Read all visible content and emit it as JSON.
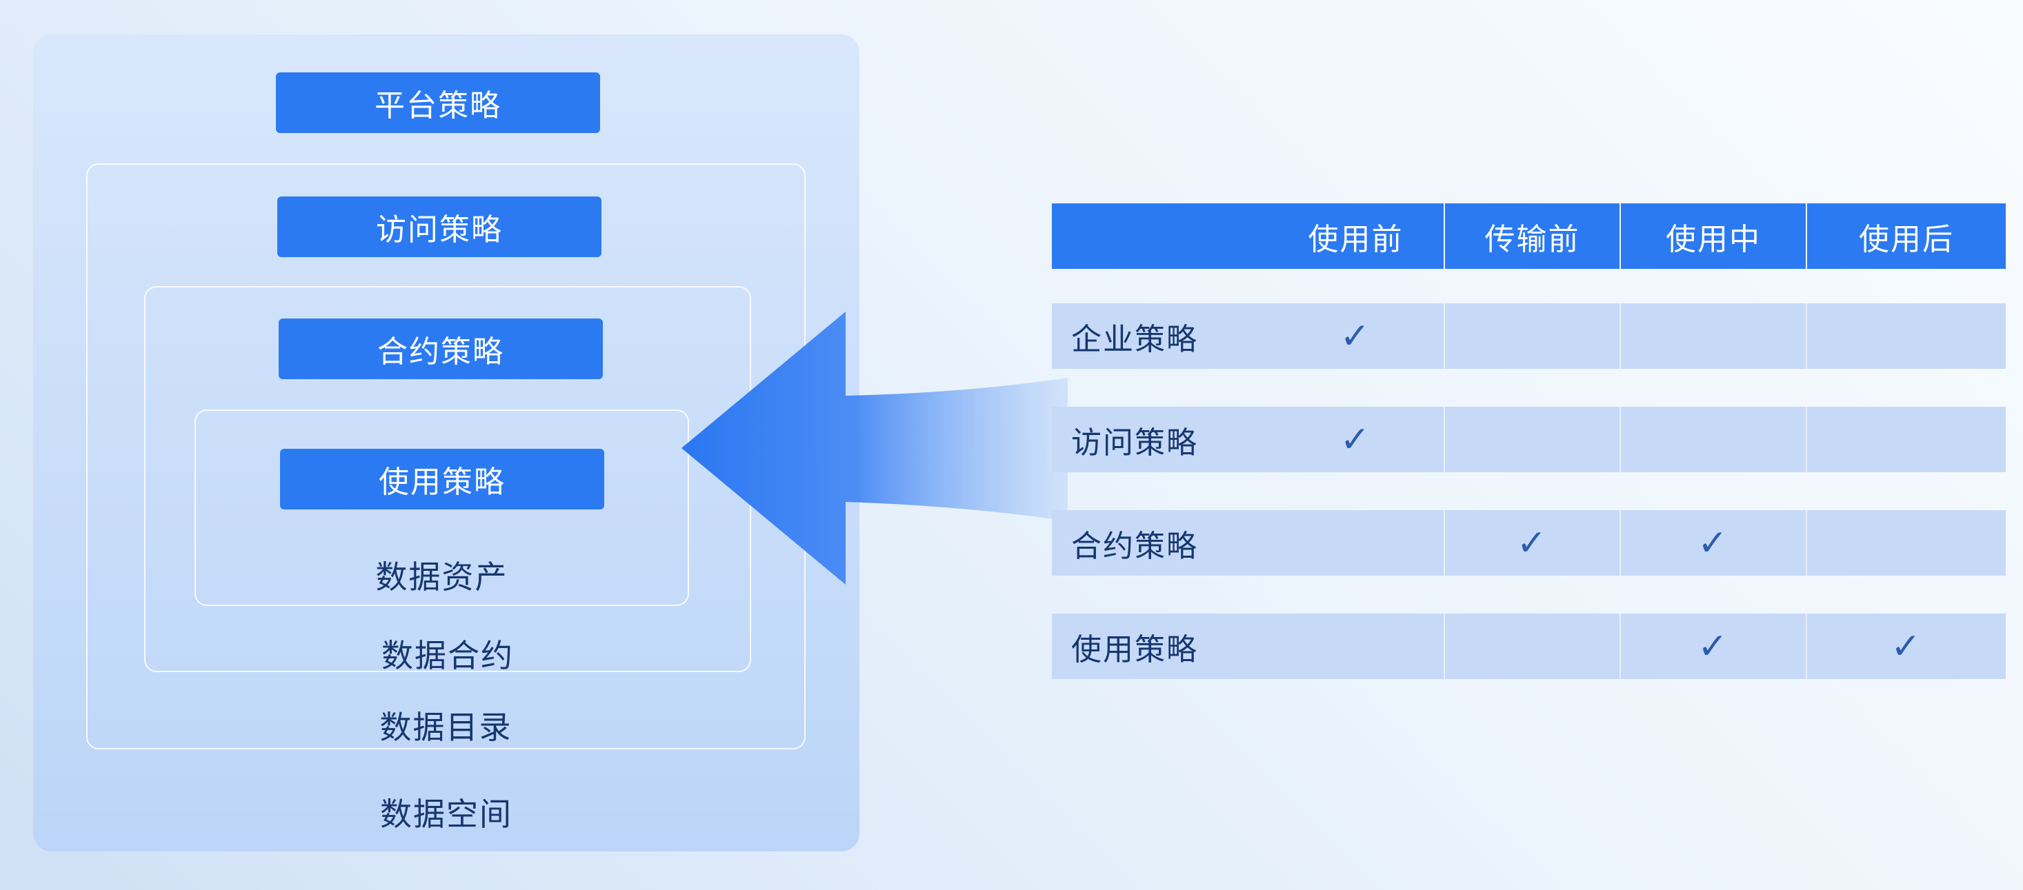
{
  "colors": {
    "primary_blue": "#2b7af2",
    "dark_text": "#17366e",
    "check_blue": "#2b5cae",
    "panel_top": "#d8e7fb",
    "panel_bottom": "#bcd5f8",
    "row_band": "#c6daf8",
    "arrow_start": "#2a77f2",
    "arrow_end": "#bcd6f9"
  },
  "hierarchy": {
    "platform_policy": "平台策略",
    "access_policy": "访问策略",
    "contract_policy": "合约策略",
    "usage_policy": "使用策略",
    "data_asset": "数据资产",
    "data_contract": "数据合约",
    "data_catalog": "数据目录",
    "data_space": "数据空间"
  },
  "table": {
    "columns": [
      "",
      "使用前",
      "传输前",
      "使用中",
      "使用后"
    ],
    "rows": [
      {
        "label": "企业策略",
        "cells": [
          "✓",
          "",
          "",
          ""
        ]
      },
      {
        "label": "访问策略",
        "cells": [
          "✓",
          "",
          "",
          ""
        ]
      },
      {
        "label": "合约策略",
        "cells": [
          "",
          "✓",
          "✓",
          ""
        ]
      },
      {
        "label": "使用策略",
        "cells": [
          "",
          "",
          "✓",
          "✓"
        ]
      }
    ]
  }
}
